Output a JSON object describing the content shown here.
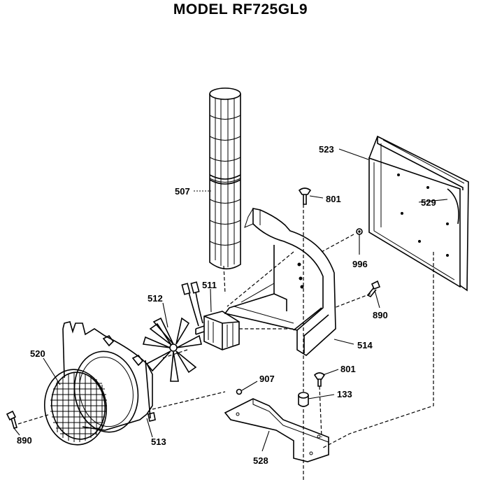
{
  "title": "MODEL RF725GL9",
  "parts": {
    "p507": "507",
    "p523": "523",
    "p801a": "801",
    "p529": "529",
    "p996": "996",
    "p511": "511",
    "p512": "512",
    "p890a": "890",
    "p520": "520",
    "p514": "514",
    "p907": "907",
    "p801b": "801",
    "p133": "133",
    "p890b": "890",
    "p513": "513",
    "p528": "528"
  }
}
